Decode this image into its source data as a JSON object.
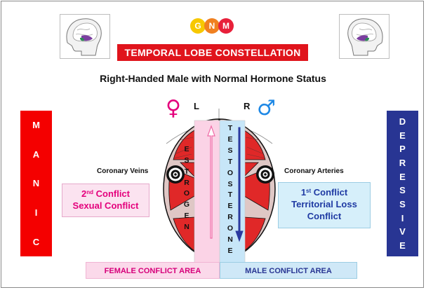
{
  "logo": {
    "letters": [
      "G",
      "N",
      "M"
    ],
    "colors": [
      "#f7c800",
      "#f08020",
      "#e8203a"
    ]
  },
  "title": "TEMPORAL LOBE CONSTELLATION",
  "subtitle": "Right-Handed Male with Normal Hormone Status",
  "manic_letters": [
    "M",
    "A",
    "N",
    "I",
    "C"
  ],
  "depressive_letters": [
    "D",
    "E",
    "P",
    "R",
    "E",
    "S",
    "S",
    "I",
    "V",
    "E"
  ],
  "left_hemisphere_label": "L",
  "right_hemisphere_label": "R",
  "female_symbol": "♀",
  "male_symbol": "♂",
  "estrogen_letters": [
    "E",
    "S",
    "T",
    "R",
    "O",
    "G",
    "E",
    "N"
  ],
  "testosterone_letters": [
    "T",
    "E",
    "S",
    "T",
    "O",
    "S",
    "T",
    "E",
    "R",
    "O",
    "N",
    "E"
  ],
  "left_target_label": "Coronary Veins",
  "right_target_label": "Coronary Arteries",
  "left_box": {
    "line1_num": "2",
    "line1_sup": "nd",
    "line1_rest": " Conflict",
    "line2": "Sexual Conflict"
  },
  "right_box": {
    "line1_num": "1",
    "line1_sup": "st",
    "line1_rest": " Conflict",
    "line2": "Territorial Loss",
    "line3": "Conflict"
  },
  "female_area": "FEMALE CONFLICT AREA",
  "male_area": "MALE CONFLICT AREA",
  "colors": {
    "title_red": "#e0141c",
    "manic_red": "#f40000",
    "depressive_navy": "#283593",
    "female_pink": "#e4007c",
    "male_blue": "#1e88e5"
  }
}
